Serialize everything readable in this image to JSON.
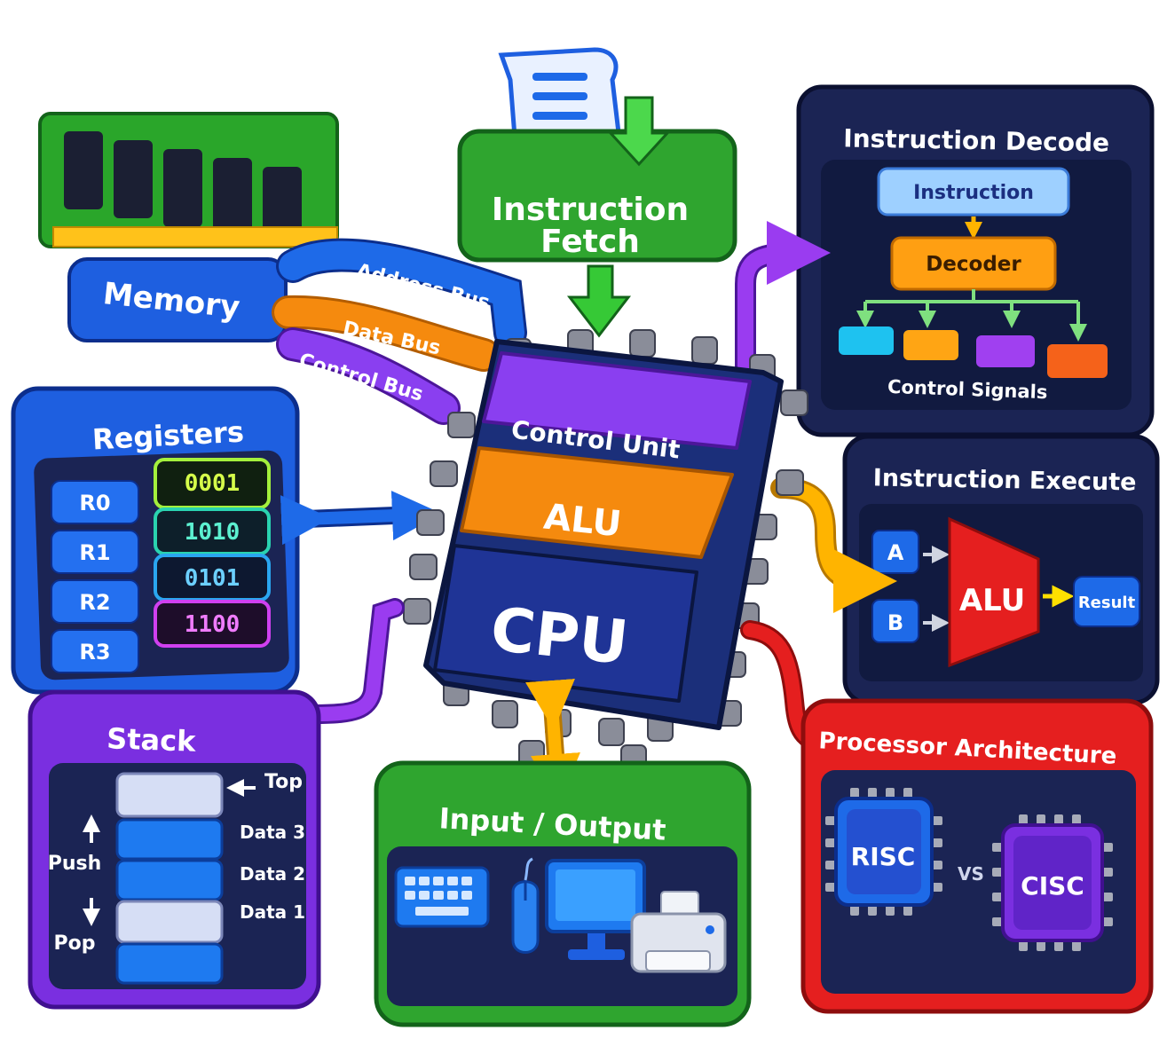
{
  "memory": {
    "label": "Memory"
  },
  "fetch": {
    "label_line1": "Instruction",
    "label_line2": "Fetch"
  },
  "buses": {
    "address": "Address Bus",
    "data": "Data Bus",
    "control": "Control Bus"
  },
  "cpu": {
    "control_unit": "Control Unit",
    "alu": "ALU",
    "cpu": "CPU"
  },
  "decode": {
    "title": "Instruction Decode",
    "instruction": "Instruction",
    "decoder": "Decoder",
    "signals_label": "Control Signals"
  },
  "registers": {
    "title": "Registers",
    "rows": [
      {
        "name": "R0",
        "value": "0001"
      },
      {
        "name": "R1",
        "value": "1010"
      },
      {
        "name": "R2",
        "value": "0101"
      },
      {
        "name": "R3",
        "value": "1100"
      }
    ]
  },
  "execute": {
    "title": "Instruction Execute",
    "a": "A",
    "b": "B",
    "alu": "ALU",
    "result": "Result"
  },
  "stack": {
    "title": "Stack",
    "top": "Top",
    "items": [
      "Data 3",
      "Data 2",
      "Data 1"
    ],
    "push": "Push",
    "pop": "Pop"
  },
  "io": {
    "title": "Input / Output"
  },
  "arch": {
    "title": "Processor Architecture",
    "risc": "RISC",
    "vs": "VS",
    "cisc": "CISC"
  },
  "colors": {
    "green": "#2fa52f",
    "blue": "#1e5fe0",
    "purple": "#7a2fe0",
    "orange": "#f58a0e",
    "red": "#e51f1f",
    "navy": "#1b2454",
    "yellow": "#ffc21a"
  },
  "icons": [
    "document-icon",
    "keyboard-icon",
    "mouse-icon",
    "monitor-icon",
    "printer-icon",
    "chip-icon"
  ]
}
